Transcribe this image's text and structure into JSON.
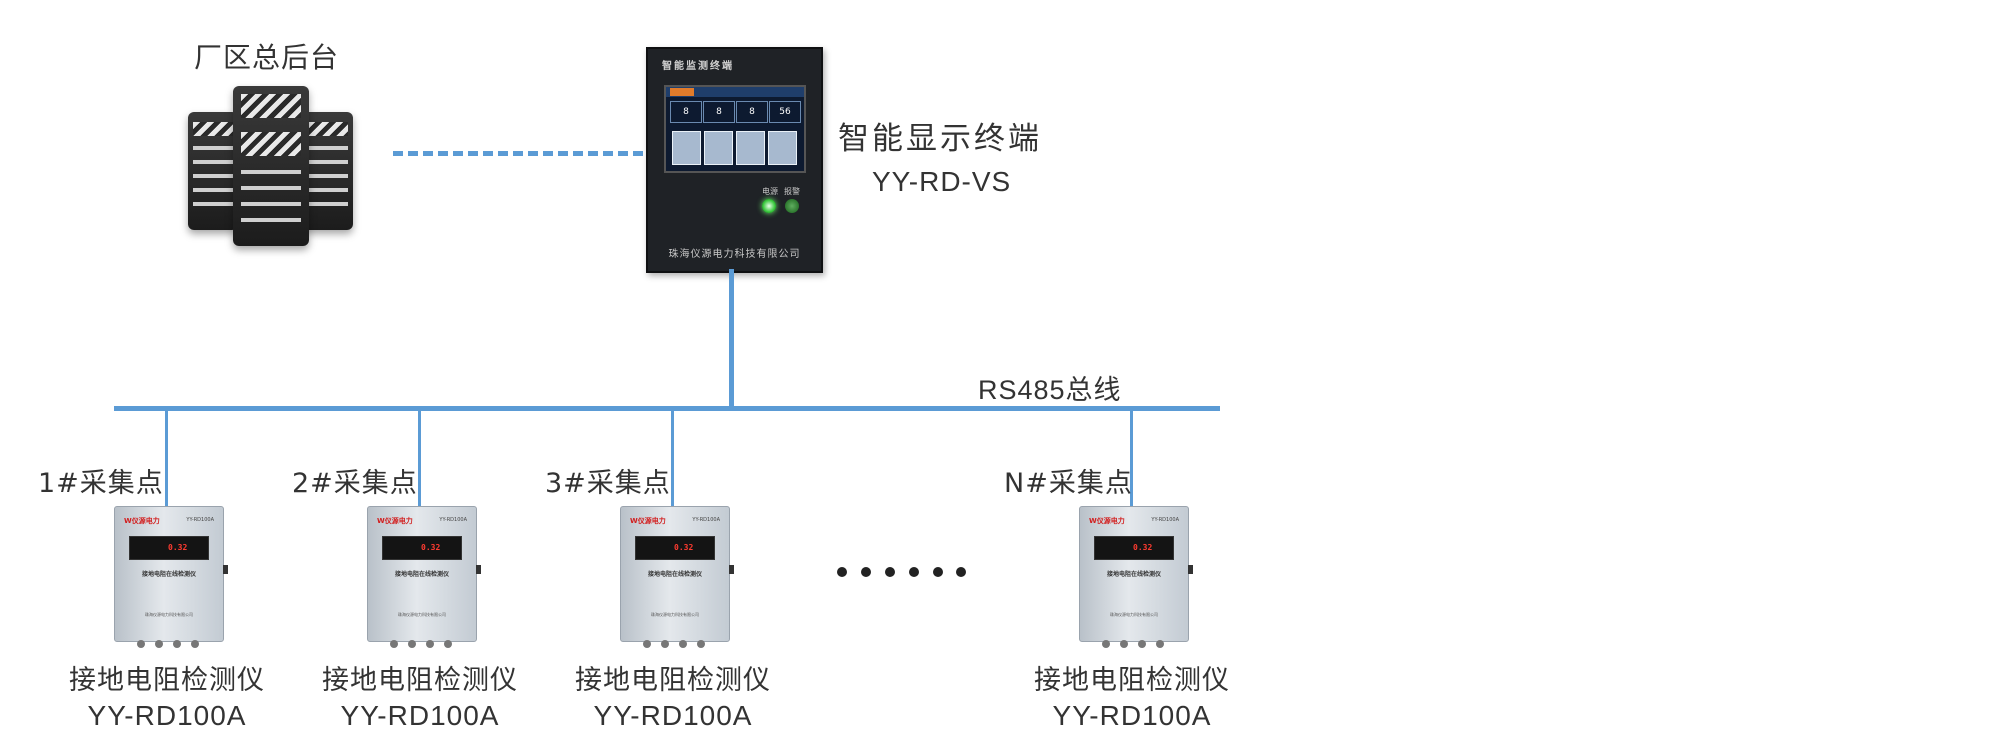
{
  "backend": {
    "label": "厂区总后台",
    "icon": "server-icon"
  },
  "terminal": {
    "label": "智能显示终端",
    "model": "YY-RD-VS",
    "panel_title": "智能监测终端",
    "screen_values": [
      "8",
      "8",
      "8",
      "56"
    ],
    "power_led_label": "电源",
    "alarm_led_label": "报警",
    "company": "珠海仪源电力科技有限公司"
  },
  "bus": {
    "label": "RS485总线",
    "color": "#5b9bd5"
  },
  "collection_points": [
    {
      "label": "1#采集点",
      "device_name": "接地电阻检测仪",
      "model": "YY-RD100A"
    },
    {
      "label": "2#采集点",
      "device_name": "接地电阻检测仪",
      "model": "YY-RD100A"
    },
    {
      "label": "3#采集点",
      "device_name": "接地电阻检测仪",
      "model": "YY-RD100A"
    },
    {
      "label": "N#采集点",
      "device_name": "接地电阻检测仪",
      "model": "YY-RD100A"
    }
  ],
  "device_panel": {
    "brand": "W仪源电力",
    "model": "YY-RD100A",
    "reading": "0.32",
    "caption": "接地电阻在线检测仪",
    "company": "珠海仪源电力科技有限公司"
  },
  "ellipsis": "••••••"
}
